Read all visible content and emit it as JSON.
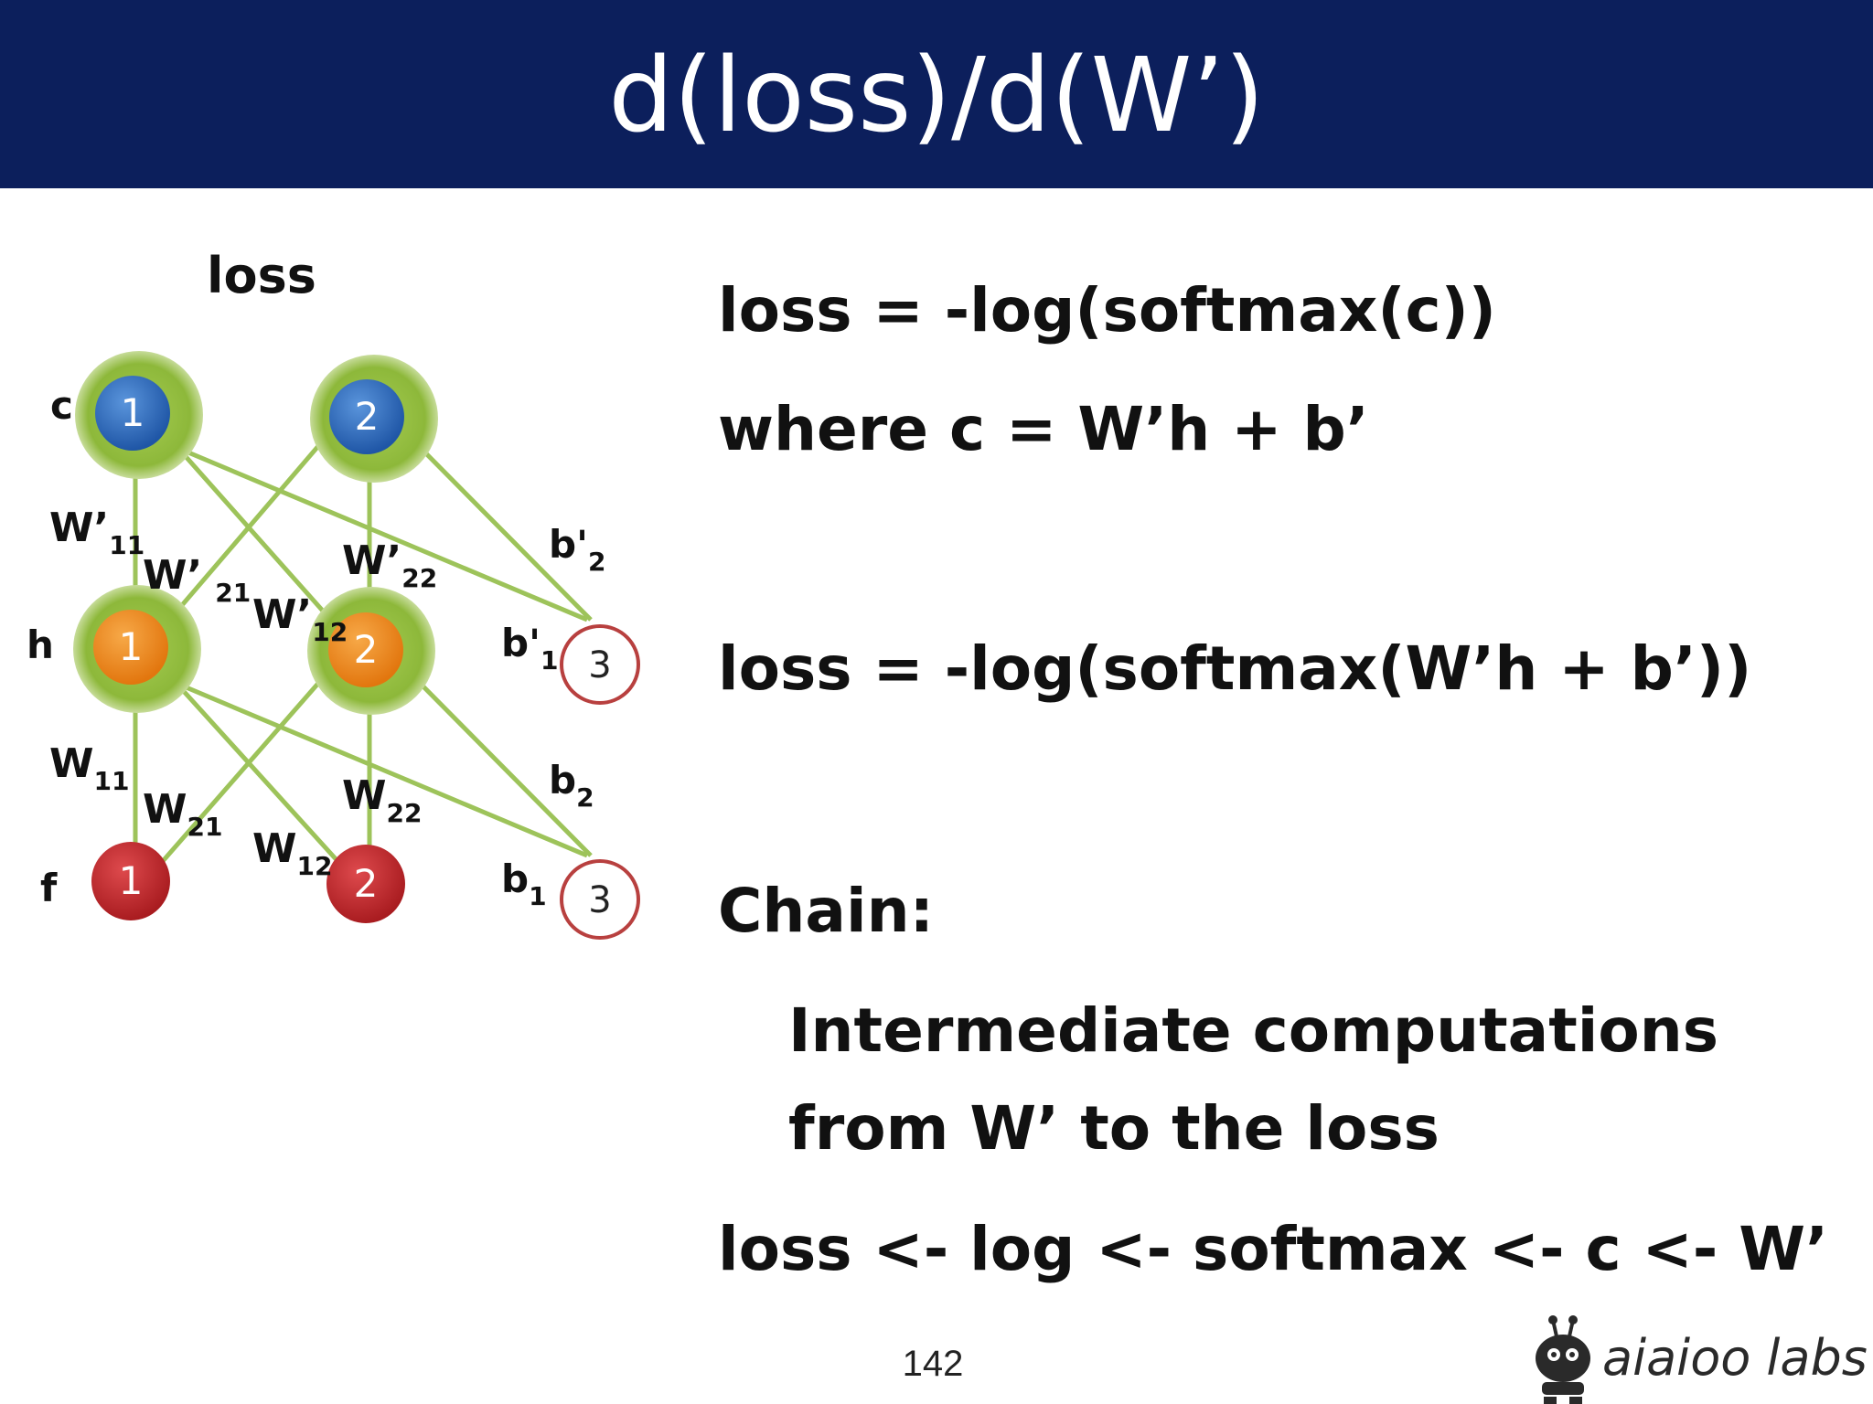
{
  "slide": {
    "title": "d(loss)/d(W’)",
    "page_number": "142"
  },
  "diagram": {
    "top_label": "loss",
    "layer_labels": {
      "c": "c",
      "h": "h",
      "f": "f"
    },
    "nodes": {
      "c1": "1",
      "c2": "2",
      "h1": "1",
      "h2": "2",
      "h_bias": "3",
      "f1": "1",
      "f2": "2",
      "f_bias": "3"
    },
    "weight_labels": {
      "w_prime_11": {
        "base": "W’",
        "sub": "11"
      },
      "w_prime_21": {
        "base": "W’",
        "sub": "21"
      },
      "w_prime_12": {
        "base": "W’",
        "sub": "12"
      },
      "w_prime_22": {
        "base": "W’",
        "sub": "22"
      },
      "b_prime_1": {
        "base": "b'",
        "sub": "1"
      },
      "b_prime_2": {
        "base": "b'",
        "sub": "2"
      },
      "w_11": {
        "base": "W",
        "sub": "11"
      },
      "w_21": {
        "base": "W",
        "sub": "21"
      },
      "w_12": {
        "base": "W",
        "sub": "12"
      },
      "w_22": {
        "base": "W",
        "sub": "22"
      },
      "b_1": {
        "base": "b",
        "sub": "1"
      },
      "b_2": {
        "base": "b",
        "sub": "2"
      }
    },
    "colors": {
      "title_bar": "#0c1f5c",
      "halo_green": "#8db83a",
      "edge_green": "#9dc35a",
      "output_node_blue": "#2f6fc0",
      "hidden_node_orange": "#ef8a1c",
      "input_node_red": "#c4282b",
      "bias_ring": "#b8403f"
    }
  },
  "content": {
    "equation_1": "loss = -log(softmax(c))",
    "equation_2": "where c = W’h + b’",
    "equation_3": "loss = -log(softmax(W’h + b’))",
    "chain_heading": "Chain:",
    "chain_desc_1": "Intermediate computations",
    "chain_desc_2": "from W’ to the loss",
    "chain_expr": "loss <- log <- softmax <- c <- W’"
  },
  "brand": {
    "name": "aiaioo labs",
    "icon": "robot-icon"
  }
}
